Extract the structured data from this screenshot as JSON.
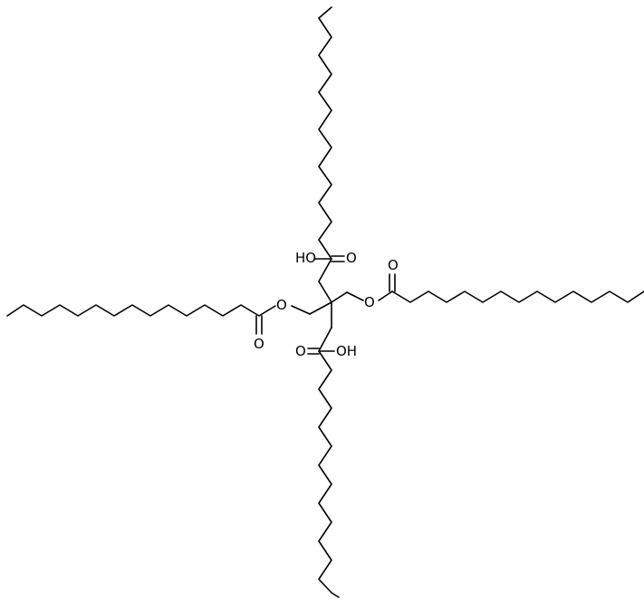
{
  "labels": {
    "top_acid": {
      "hydroxyl": "HO",
      "carbonyl": "O"
    },
    "right_ester": {
      "ester_oxygen": "O",
      "carbonyl": "O"
    },
    "left_ester": {
      "ester_oxygen": "O",
      "carbonyl": "O"
    },
    "bottom_acid": {
      "carbonyl": "O",
      "hydroxyl": "OH"
    }
  },
  "colors": {
    "bond": "#000000",
    "background": "#ffffff"
  }
}
